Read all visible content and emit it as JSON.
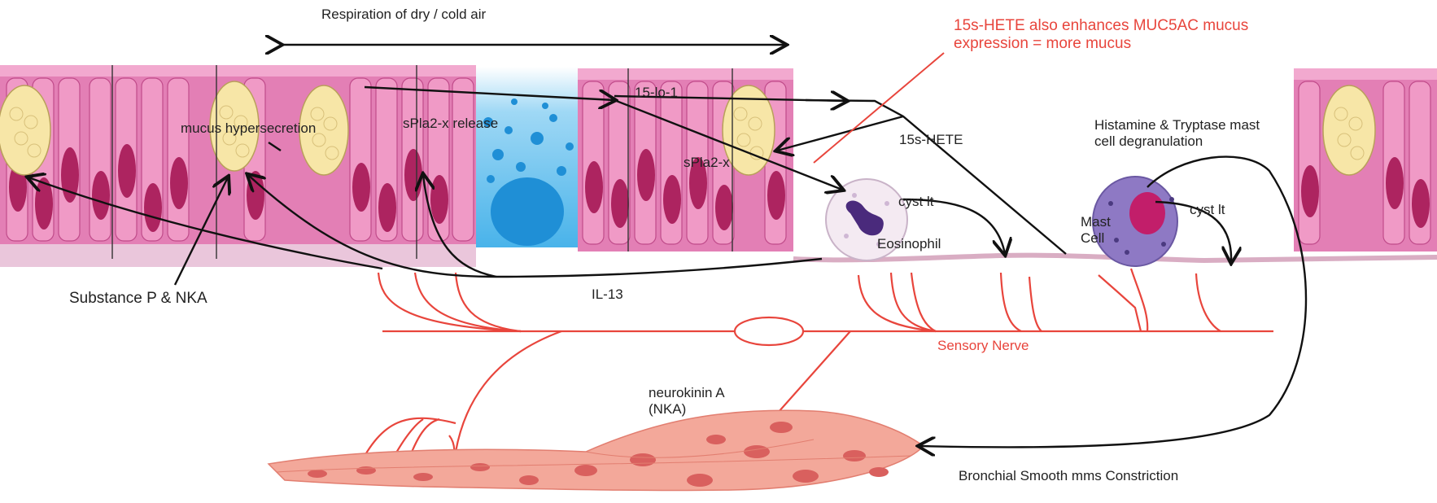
{
  "title": "Respiration of dry / cold air",
  "annotation": "15s-HETE also enhances MUC5AC mucus expression = more mucus",
  "labels": {
    "mucus": "mucus hypersecretion",
    "spla2_release": "sPla2-x release",
    "lo1": "15-lo-1",
    "spla2x": "sPla2-x",
    "hete": "15s-HETE",
    "histamine": "Histamine & Tryptase mast cell degranulation",
    "cyst1": "cyst lt",
    "cyst2": "cyst lt",
    "mast": "Mast Cell",
    "eosinophil": "Eosinophil",
    "substance": "Substance P & NKA",
    "il13": "IL-13",
    "sensory": "Sensory Nerve",
    "nka": "neurokinin A (NKA)",
    "smooth": "Bronchial Smooth mms Constriction"
  },
  "colors": {
    "epithelium": "#e57fb8",
    "nucleus": "#b0245f",
    "goblet": "#f6e7b0",
    "nerve": "#e8453c",
    "smooth_muscle": "#f4a79a",
    "mucus_blue": "#35a7e4",
    "arrow": "#111111"
  }
}
